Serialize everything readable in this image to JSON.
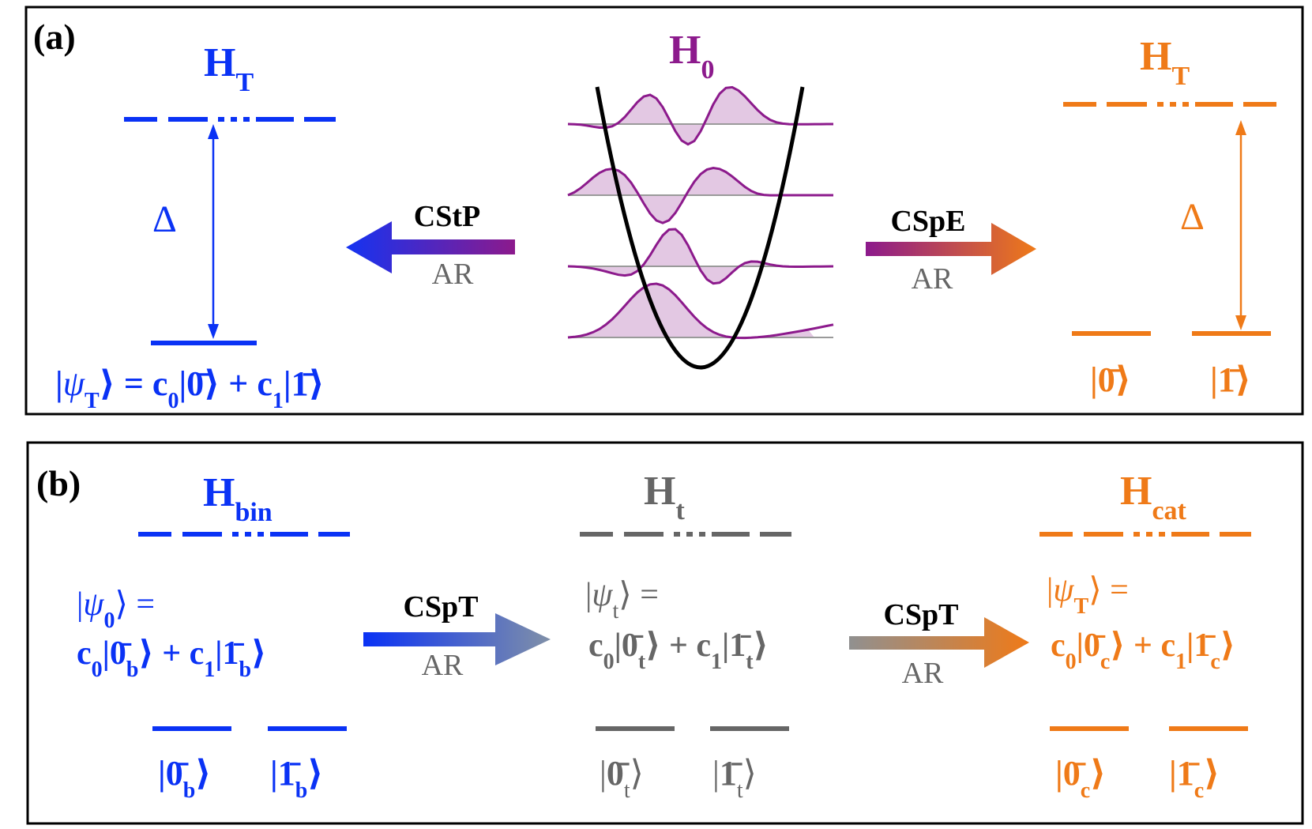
{
  "colors": {
    "blue": "#0a32f5",
    "purple": "#8c1a8c",
    "orange": "#ef7a18",
    "gray": "#666666",
    "black": "#000000",
    "well_fill": "#e3c8e3"
  },
  "panel_a": {
    "label": "(a)",
    "center_hamiltonian": {
      "main": "H",
      "sub": "0"
    },
    "left_hamiltonian": {
      "main": "H",
      "sub": "T"
    },
    "right_hamiltonian": {
      "main": "H",
      "sub": "T"
    },
    "left_gap": "Δ",
    "right_gap": "Δ",
    "left_arrow": {
      "label": "CStP",
      "sublabel": "AR"
    },
    "right_arrow": {
      "label": "CSpE",
      "sublabel": "AR"
    },
    "left_state": {
      "lhs": "ψ",
      "lhs_sub": "T",
      "eq": " = ",
      "c0": "c",
      "c0_sub": "0",
      "k0": "0̄",
      "plus": " + ",
      "c1": "c",
      "c1_sub": "1",
      "k1": "1̄"
    },
    "right_kets": [
      {
        "sym": "0̄"
      },
      {
        "sym": "1̄"
      }
    ]
  },
  "panel_b": {
    "label": "(b)",
    "left": {
      "hamiltonian": {
        "main": "H",
        "sub": "bin"
      },
      "state_line1": {
        "sym": "ψ",
        "sub": "0",
        "eq": " ="
      },
      "state_line2": {
        "c0": "c",
        "c0_sub": "0",
        "k0": "0̄",
        "k0_sub": "b",
        "plus": " + ",
        "c1": "c",
        "c1_sub": "1",
        "k1": "1̄",
        "k1_sub": "b"
      },
      "kets": [
        {
          "sym": "0̄",
          "sub": "b"
        },
        {
          "sym": "1̄",
          "sub": "b"
        }
      ]
    },
    "middle": {
      "hamiltonian": {
        "main": "H",
        "sub": "t"
      },
      "state_line1": {
        "sym": "ψ",
        "sub": "t",
        "eq": " ="
      },
      "state_line2": {
        "c0": "c",
        "c0_sub": "0",
        "k0": "0̄",
        "k0_sub": "t",
        "plus": " + ",
        "c1": "c",
        "c1_sub": "1",
        "k1": "1̄",
        "k1_sub": "t"
      },
      "kets": [
        {
          "sym": "0̄",
          "sub": "t"
        },
        {
          "sym": "1̄",
          "sub": "t"
        }
      ]
    },
    "right": {
      "hamiltonian": {
        "main": "H",
        "sub": "cat"
      },
      "state_line1": {
        "sym": "ψ",
        "sub": "T",
        "eq": " ="
      },
      "state_line2": {
        "c0": "c",
        "c0_sub": "0",
        "k0": "0̄",
        "k0_sub": "c",
        "plus": " + ",
        "c1": "c",
        "c1_sub": "1",
        "k1": "1̄",
        "k1_sub": "c"
      },
      "kets": [
        {
          "sym": "0̄",
          "sub": "c"
        },
        {
          "sym": "1̄",
          "sub": "c"
        }
      ]
    },
    "arrow_1": {
      "label": "CSpT",
      "sublabel": "AR"
    },
    "arrow_2": {
      "label": "CSpT",
      "sublabel": "AR"
    }
  }
}
